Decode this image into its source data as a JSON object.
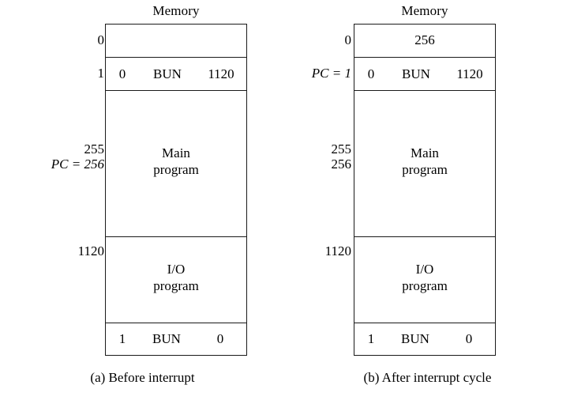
{
  "figure": {
    "panels": [
      {
        "id": "before",
        "memory_title": "Memory",
        "caption": "(a) Before interrupt",
        "rows": {
          "top": {
            "value": ""
          },
          "bun_top": {
            "field_left": "0",
            "opcode": "BUN",
            "address": "1120"
          },
          "main": {
            "line1": "Main",
            "line2": "program"
          },
          "io": {
            "line1": "I/O",
            "line2": "program"
          },
          "bun_bottom": {
            "field_left": "1",
            "opcode": "BUN",
            "address": "0"
          }
        },
        "addresses": [
          {
            "name": "addr-0",
            "text": "0"
          },
          {
            "name": "addr-1",
            "text": "1"
          },
          {
            "name": "addr-255",
            "text": "255"
          },
          {
            "name": "addr-256",
            "text": "PC = 256",
            "pc": true
          },
          {
            "name": "addr-1120",
            "text": "1120"
          }
        ]
      },
      {
        "id": "after",
        "memory_title": "Memory",
        "caption": "(b) After interrupt cycle",
        "rows": {
          "top": {
            "value": "256"
          },
          "bun_top": {
            "field_left": "0",
            "opcode": "BUN",
            "address": "1120"
          },
          "main": {
            "line1": "Main",
            "line2": "program"
          },
          "io": {
            "line1": "I/O",
            "line2": "program"
          },
          "bun_bottom": {
            "field_left": "1",
            "opcode": "BUN",
            "address": "0"
          }
        },
        "addresses": [
          {
            "name": "addr-0",
            "text": "0"
          },
          {
            "name": "addr-1",
            "text": "PC = 1",
            "pc": true
          },
          {
            "name": "addr-255",
            "text": "255"
          },
          {
            "name": "addr-256",
            "text": "256"
          },
          {
            "name": "addr-1120",
            "text": "1120"
          }
        ]
      }
    ],
    "colors": {
      "line": "#1a1a1a",
      "background": "#ffffff",
      "text": "#000000"
    }
  }
}
